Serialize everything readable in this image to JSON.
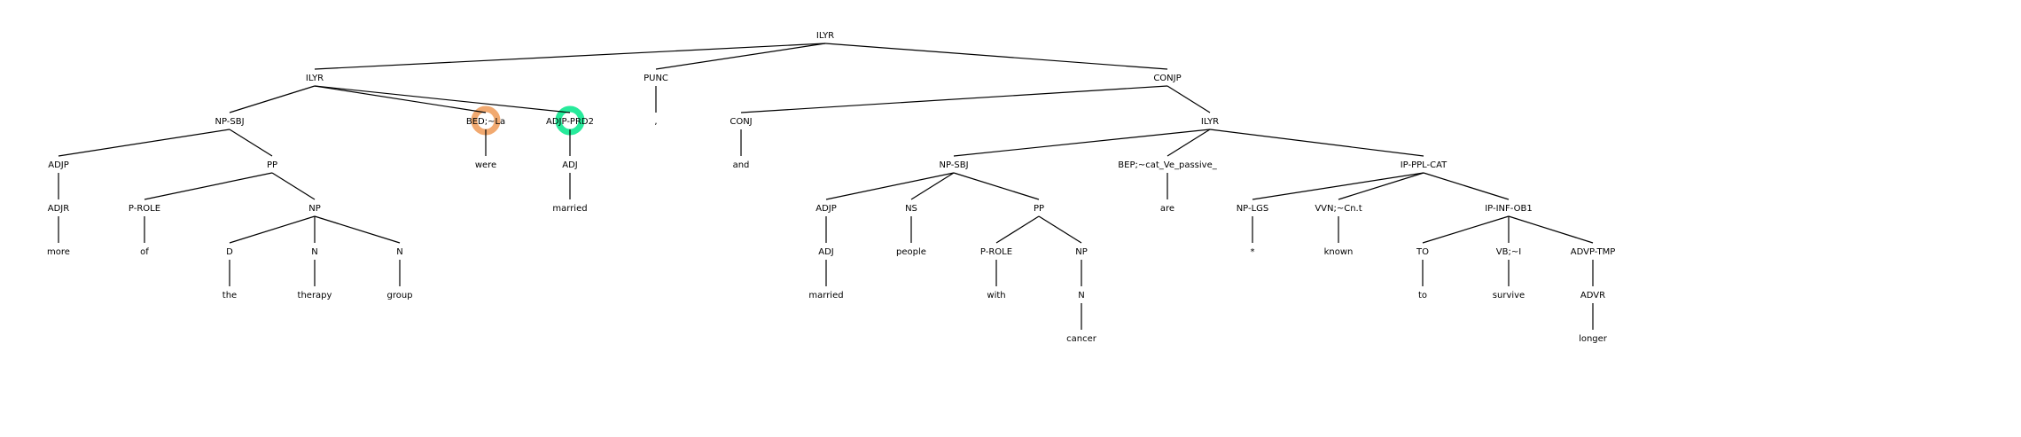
{
  "nodes": [
    {
      "id": "n0",
      "label": "ILYR"
    },
    {
      "id": "n1",
      "label": "ILYR"
    },
    {
      "id": "n2",
      "label": "PUNC"
    },
    {
      "id": "n3",
      "label": "CONJP"
    },
    {
      "id": "n4",
      "label": "NP-SBJ"
    },
    {
      "id": "n5",
      "label": "BED;~La"
    },
    {
      "id": "n6",
      "label": "ADJP-PRD2"
    },
    {
      "id": "n7",
      "label": ","
    },
    {
      "id": "n8",
      "label": "CONJ"
    },
    {
      "id": "n9",
      "label": "ILYR"
    },
    {
      "id": "n10",
      "label": "ADJP"
    },
    {
      "id": "n11",
      "label": "PP"
    },
    {
      "id": "n12",
      "label": "were"
    },
    {
      "id": "n13",
      "label": "ADJ"
    },
    {
      "id": "n14",
      "label": "and"
    },
    {
      "id": "n15",
      "label": "NP-SBJ"
    },
    {
      "id": "n16",
      "label": "BEP;~cat_Ve_passive_"
    },
    {
      "id": "n17",
      "label": "IP-PPL-CAT"
    },
    {
      "id": "n18",
      "label": "ADJR"
    },
    {
      "id": "n19",
      "label": "P-ROLE"
    },
    {
      "id": "n20",
      "label": "NP"
    },
    {
      "id": "n21",
      "label": "married"
    },
    {
      "id": "n22",
      "label": "ADJP"
    },
    {
      "id": "n23",
      "label": "NS"
    },
    {
      "id": "n24",
      "label": "PP"
    },
    {
      "id": "n25",
      "label": "are"
    },
    {
      "id": "n26",
      "label": "NP-LGS"
    },
    {
      "id": "n27",
      "label": "VVN;~Cn.t"
    },
    {
      "id": "n28",
      "label": "IP-INF-OB1"
    },
    {
      "id": "n29",
      "label": "more"
    },
    {
      "id": "n30",
      "label": "of"
    },
    {
      "id": "n31",
      "label": "D"
    },
    {
      "id": "n32",
      "label": "N"
    },
    {
      "id": "n33",
      "label": "N"
    },
    {
      "id": "n34",
      "label": "ADJ"
    },
    {
      "id": "n35",
      "label": "people"
    },
    {
      "id": "n36",
      "label": "P-ROLE"
    },
    {
      "id": "n37",
      "label": "NP"
    },
    {
      "id": "n38",
      "label": "*"
    },
    {
      "id": "n39",
      "label": "known"
    },
    {
      "id": "n40",
      "label": "TO"
    },
    {
      "id": "n41",
      "label": "VB;~I"
    },
    {
      "id": "n42",
      "label": "ADVP-TMP"
    },
    {
      "id": "n43",
      "label": "the"
    },
    {
      "id": "n44",
      "label": "therapy"
    },
    {
      "id": "n45",
      "label": "group"
    },
    {
      "id": "n46",
      "label": "married"
    },
    {
      "id": "n47",
      "label": "with"
    },
    {
      "id": "n48",
      "label": "N"
    },
    {
      "id": "n49",
      "label": "to"
    },
    {
      "id": "n50",
      "label": "survive"
    },
    {
      "id": "n51",
      "label": "ADVR"
    },
    {
      "id": "n52",
      "label": "cancer"
    },
    {
      "id": "n53",
      "label": "longer"
    }
  ],
  "edges": [
    [
      "n0",
      "n1"
    ],
    [
      "n0",
      "n2"
    ],
    [
      "n0",
      "n3"
    ],
    [
      "n1",
      "n4"
    ],
    [
      "n1",
      "n5"
    ],
    [
      "n1",
      "n6"
    ],
    [
      "n2",
      "n7"
    ],
    [
      "n3",
      "n8"
    ],
    [
      "n3",
      "n9"
    ],
    [
      "n4",
      "n10"
    ],
    [
      "n4",
      "n11"
    ],
    [
      "n5",
      "n12"
    ],
    [
      "n6",
      "n13"
    ],
    [
      "n8",
      "n14"
    ],
    [
      "n9",
      "n15"
    ],
    [
      "n9",
      "n16"
    ],
    [
      "n9",
      "n17"
    ],
    [
      "n10",
      "n18"
    ],
    [
      "n11",
      "n19"
    ],
    [
      "n11",
      "n20"
    ],
    [
      "n13",
      "n21"
    ],
    [
      "n15",
      "n22"
    ],
    [
      "n15",
      "n23"
    ],
    [
      "n15",
      "n24"
    ],
    [
      "n16",
      "n25"
    ],
    [
      "n17",
      "n26"
    ],
    [
      "n17",
      "n27"
    ],
    [
      "n17",
      "n28"
    ],
    [
      "n18",
      "n29"
    ],
    [
      "n19",
      "n30"
    ],
    [
      "n20",
      "n31"
    ],
    [
      "n20",
      "n32"
    ],
    [
      "n20",
      "n33"
    ],
    [
      "n22",
      "n34"
    ],
    [
      "n23",
      "n35"
    ],
    [
      "n24",
      "n36"
    ],
    [
      "n24",
      "n37"
    ],
    [
      "n26",
      "n38"
    ],
    [
      "n27",
      "n39"
    ],
    [
      "n28",
      "n40"
    ],
    [
      "n28",
      "n41"
    ],
    [
      "n28",
      "n42"
    ],
    [
      "n31",
      "n43"
    ],
    [
      "n32",
      "n44"
    ],
    [
      "n33",
      "n45"
    ],
    [
      "n34",
      "n46"
    ],
    [
      "n36",
      "n47"
    ],
    [
      "n37",
      "n48"
    ],
    [
      "n40",
      "n49"
    ],
    [
      "n41",
      "n50"
    ],
    [
      "n42",
      "n51"
    ],
    [
      "n48",
      "n52"
    ],
    [
      "n51",
      "n53"
    ]
  ],
  "highlights": [
    {
      "node": "n5",
      "color": "#f0a060"
    },
    {
      "node": "n6",
      "color": "#10e890"
    }
  ]
}
